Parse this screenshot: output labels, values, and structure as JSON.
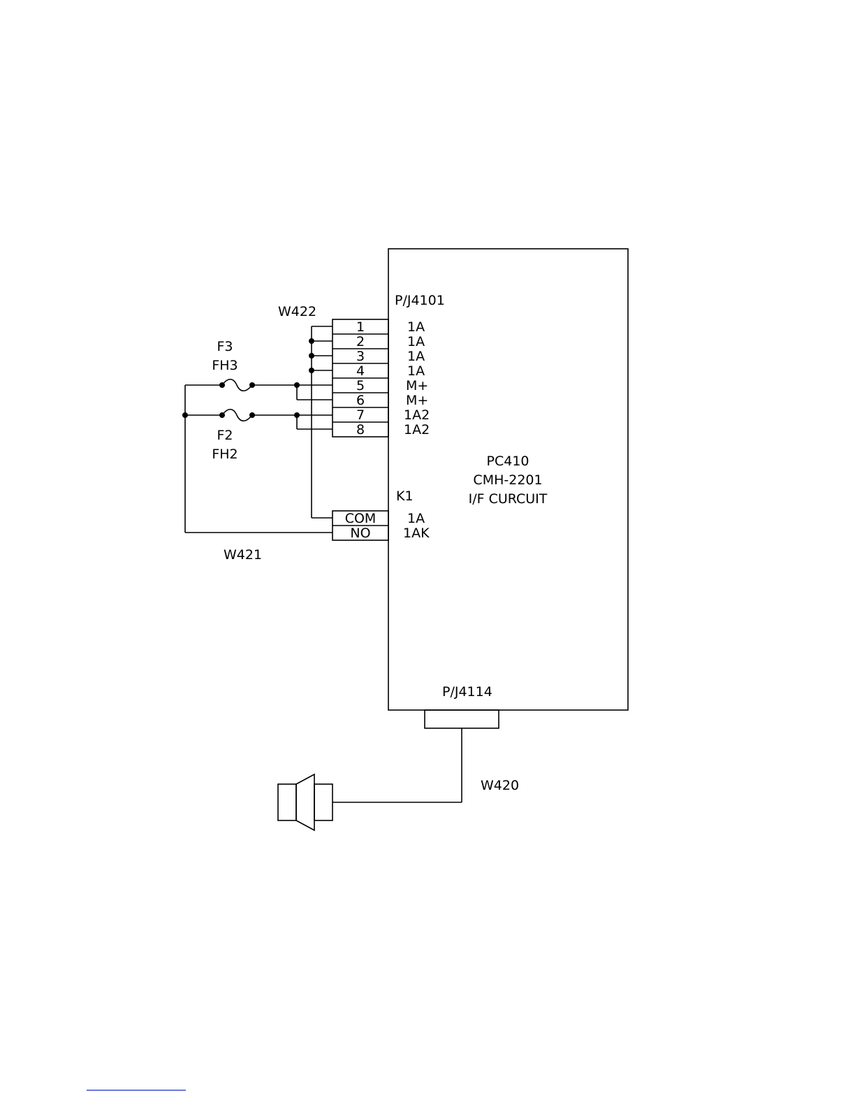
{
  "board": {
    "name": "PC410",
    "model": "CMH-2201",
    "function": "I/F CURCUIT"
  },
  "connectors": {
    "main": {
      "label": "P/J4101",
      "pins": [
        {
          "number": "1",
          "signal": "1A"
        },
        {
          "number": "2",
          "signal": "1A"
        },
        {
          "number": "3",
          "signal": "1A"
        },
        {
          "number": "4",
          "signal": "1A"
        },
        {
          "number": "5",
          "signal": "M+"
        },
        {
          "number": "6",
          "signal": "M+"
        },
        {
          "number": "7",
          "signal": "1A2"
        },
        {
          "number": "8",
          "signal": "1A2"
        }
      ]
    },
    "relay": {
      "label": "K1",
      "pins": [
        {
          "number": "COM",
          "signal": "1A"
        },
        {
          "number": "NO",
          "signal": "1AK"
        }
      ]
    },
    "bottom": {
      "label": "P/J4114"
    }
  },
  "fuses": [
    {
      "id": "F3",
      "holder": "FH3"
    },
    {
      "id": "F2",
      "holder": "FH2"
    }
  ],
  "wires": {
    "w422": "W422",
    "w421": "W421",
    "w420": "W420"
  },
  "icons": {
    "speaker": "speaker-icon",
    "fuse": "fuse-icon"
  }
}
